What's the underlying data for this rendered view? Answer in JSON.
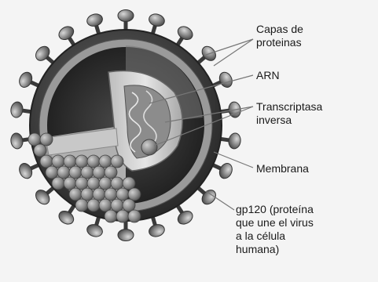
{
  "labels": {
    "protein_layers": "Capas de\nproteinas",
    "rna": "ARN",
    "reverse_transcriptase": "Transcriptasa\ninversa",
    "membrane": "Membrana",
    "gp120": "gp120 (proteína\nque une el virus\na la célula\nhumana)"
  }
}
